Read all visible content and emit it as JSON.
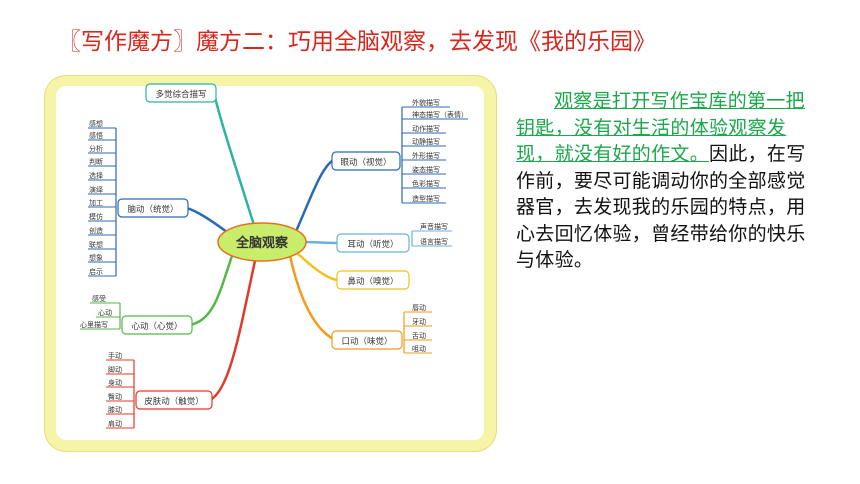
{
  "slide": {
    "title": "〖写作魔方〗魔方二：巧用全脑观察，去发现《我的乐园》",
    "paragraph_highlight": "观察是打开写作宝库的第一把钥匙，没有对生活的体验观察发现，就没有好的作文。",
    "paragraph_rest": "因此，在写作前，要尽可能调动你的全部感觉器官，去发现我的乐园的特点，用心去回忆体验，曾经带给你的快乐与体验。"
  },
  "mindmap": {
    "center": "全脑观察",
    "top_left": {
      "label": "多觉综合描写"
    },
    "brain": {
      "label": "脑动（统觉）",
      "children": [
        "感想",
        "感悟",
        "分析",
        "判断",
        "选择",
        "演绎",
        "加工",
        "模仿",
        "创造",
        "联想",
        "想象",
        "启示"
      ]
    },
    "heart": {
      "label": "心动（心觉）",
      "children": [
        "感受",
        "心动",
        "心里描写"
      ]
    },
    "skin": {
      "label": "皮肤动（触觉）",
      "children": [
        "手动",
        "脚动",
        "身动",
        "臀动",
        "膝动",
        "肩动"
      ]
    },
    "eye": {
      "label": "眼动（视觉）",
      "children": [
        "外貌描写",
        "神态描写（表情）",
        "动作描写",
        "动静描写",
        "外形描写",
        "姿态描写",
        "色彩描写",
        "造型描写"
      ]
    },
    "ear": {
      "label": "耳动（听觉）",
      "children": [
        "声音描写",
        "语言描写"
      ]
    },
    "nose": {
      "label": "鼻动（嗅觉）"
    },
    "mouth": {
      "label": "口动（味觉）",
      "children": [
        "唇动",
        "牙动",
        "舌动",
        "咀动"
      ]
    }
  }
}
